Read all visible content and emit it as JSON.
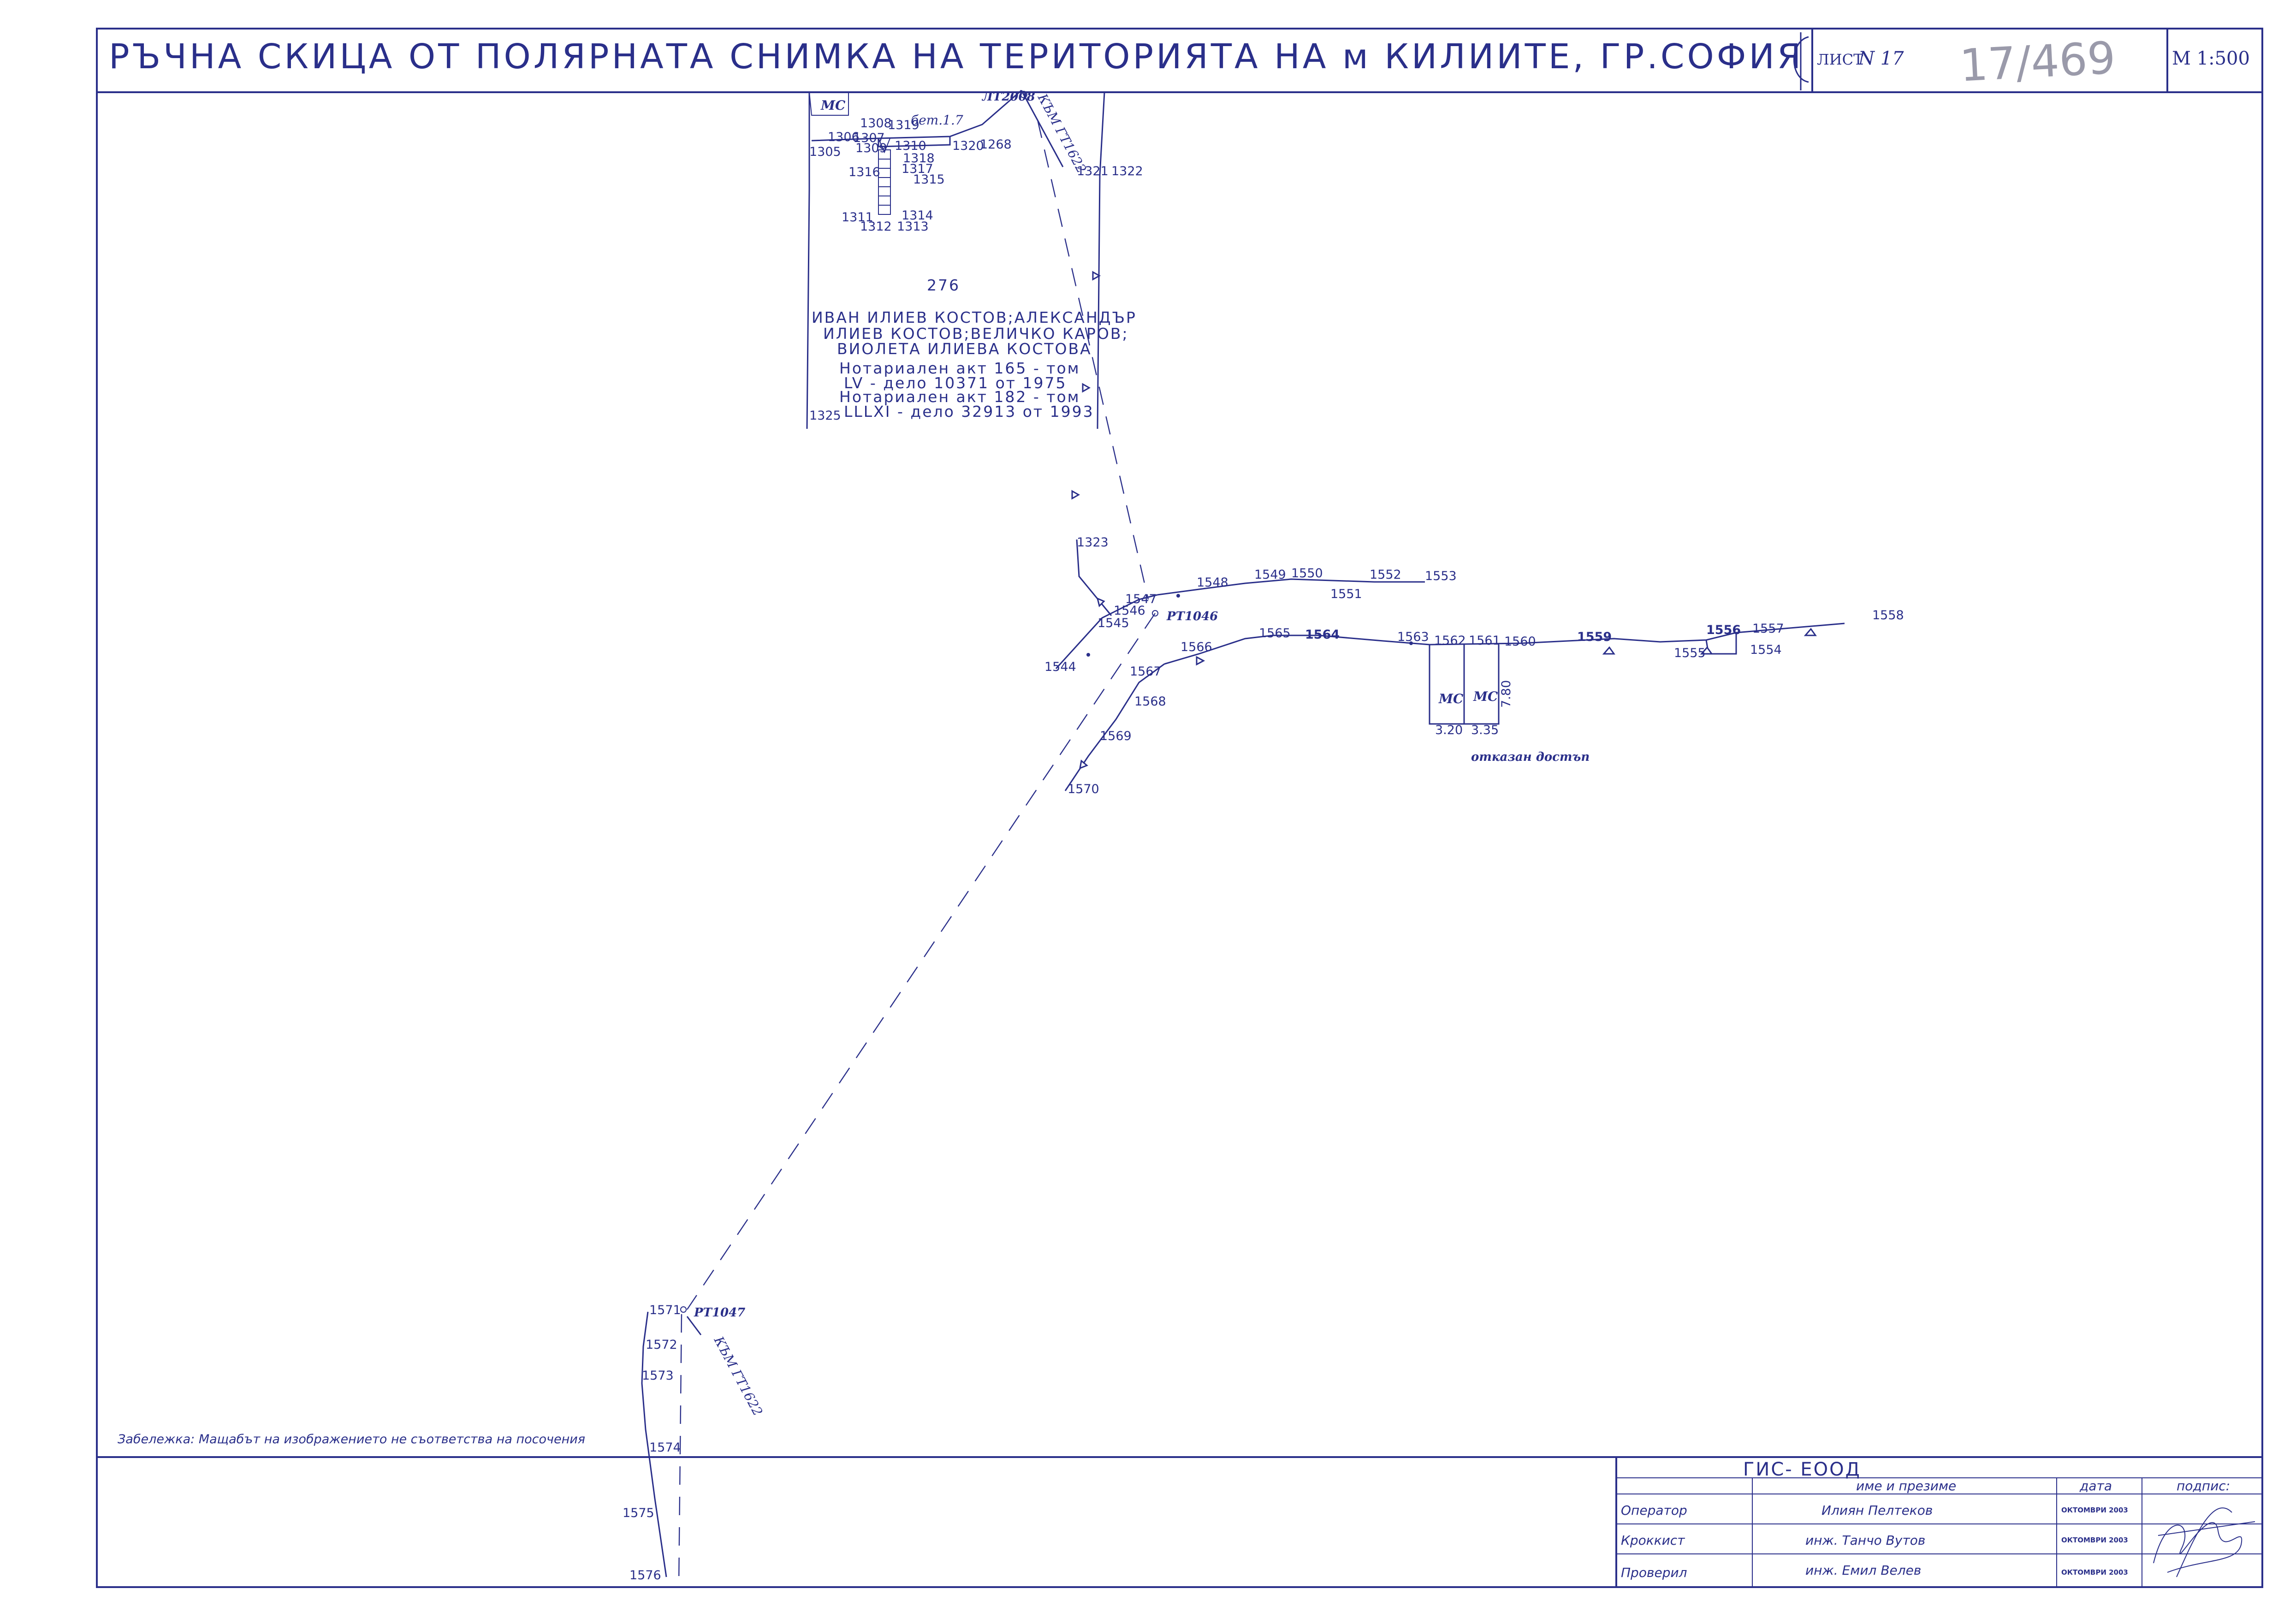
{
  "header": {
    "title": "РЪЧНА СКИЦА ОТ ПОЛЯРНАТА СНИМКА НА ТЕРИТОРИЯТА НА м КИЛИИТЕ, ГР.СОФИЯ",
    "sheet_prefix": "ЛИСТ",
    "sheet_number": "N 17",
    "handwritten_number": "17/469",
    "scale": "М 1:500"
  },
  "parcel": {
    "number": "276",
    "owners_line1": "ИВАН ИЛИЕВ КОСТОВ;АЛЕКСАНДЪР",
    "owners_line2": "ИЛИЕВ КОСТОВ;ВЕЛИЧКО КАРОВ;",
    "owners_line3": "ВИОЛЕТА ИЛИЕВА КОСТОВА",
    "deed1_line1": "Нотариален акт 165 - том",
    "deed1_line2": "LV - дело 10371 от 1975",
    "deed2_line1": "Нотариален акт 182 - том",
    "deed2_line2": "LLLXI - дело 32913 от 1993"
  },
  "labels": {
    "mc": "МС",
    "bet": "бет.1.7",
    "lt2008": "ЛТ2008",
    "kam_gt1622": "КЪМ ГТ1622",
    "rt1046": "РТ1046",
    "rt1047": "РТ1047",
    "refused": "отказан достъп",
    "dim_320": "3.20",
    "dim_335": "3.35",
    "dim_780": "7.80"
  },
  "points": {
    "p1305": "1305",
    "p1306": "1306",
    "p1307": "1307",
    "p1308": "1308",
    "p1309": "1309",
    "p1310": "1310",
    "p1311": "1311",
    "p1312": "1312",
    "p1313": "1313",
    "p1314": "1314",
    "p1315": "1315",
    "p1316": "1316",
    "p1317": "1317",
    "p1318": "1318",
    "p1319": "1319",
    "p1320": "1320",
    "p1268": "1268",
    "p1321": "1321",
    "p1322": "1322",
    "p1323": "1323",
    "p1325": "1325",
    "p1544": "1544",
    "p1545": "1545",
    "p1546": "1546",
    "p1547": "1547",
    "p1548": "1548",
    "p1549": "1549",
    "p1550": "1550",
    "p1551": "1551",
    "p1552": "1552",
    "p1553": "1553",
    "p1554": "1554",
    "p1555": "1555",
    "p1556": "1556",
    "p1557": "1557",
    "p1558": "1558",
    "p1559": "1559",
    "p1560": "1560",
    "p1561": "1561",
    "p1562": "1562",
    "p1563": "1563",
    "p1564": "1564",
    "p1565": "1565",
    "p1566": "1566",
    "p1567": "1567",
    "p1568": "1568",
    "p1569": "1569",
    "p1570": "1570",
    "p1571": "1571",
    "p1572": "1572",
    "p1573": "1573",
    "p1574": "1574",
    "p1575": "1575",
    "p1576": "1576"
  },
  "note": "Забележка: Мащабът на изображението не съответства на посочения",
  "title_block": {
    "company": "ГИС- ЕООД",
    "col_name": "име и презиме",
    "col_date": "дата",
    "col_sign": "подпис:",
    "rows": [
      {
        "role": "Оператор",
        "name": "Илиян Пелтеков",
        "date": "ОКТОМВРИ 2003"
      },
      {
        "role": "Кроккист",
        "name": "инж. Танчо Вутов",
        "date": "ОКТОМВРИ 2003"
      },
      {
        "role": "Проверил",
        "name": "инж. Емил Велев",
        "date": "ОКТОМВРИ 2003"
      }
    ]
  }
}
